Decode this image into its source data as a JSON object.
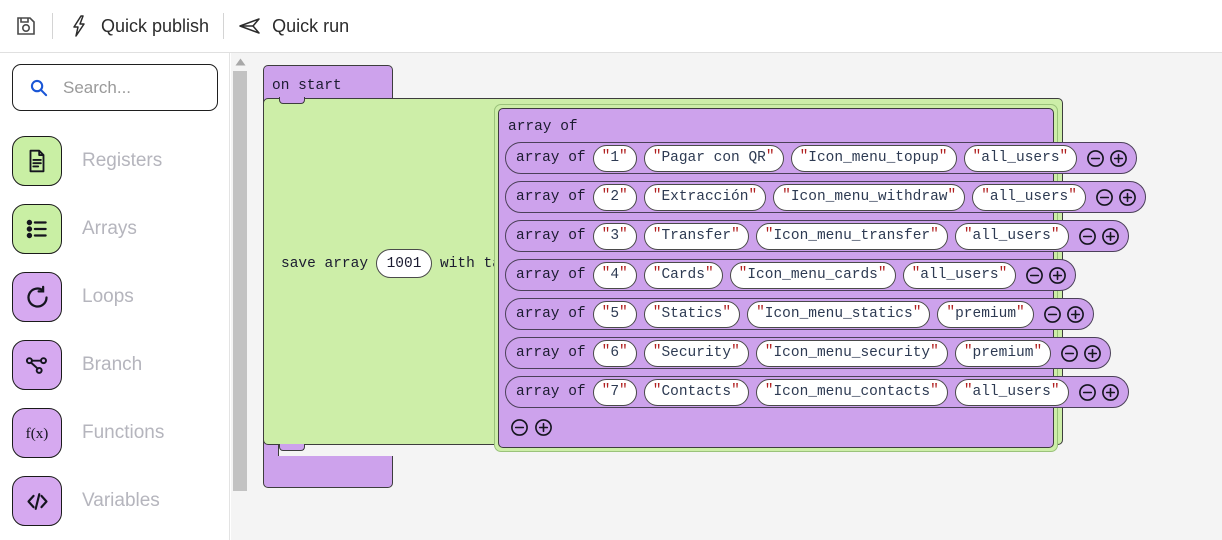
{
  "toolbar": {
    "save_icon": "floppy-disk-save-icon",
    "items": [
      {
        "icon": "lightning-bolt-icon",
        "label": "Quick publish"
      },
      {
        "icon": "paper-plane-icon",
        "label": "Quick run"
      }
    ]
  },
  "sidebar": {
    "search": {
      "placeholder": "Search...",
      "value": "",
      "icon": "search-icon"
    },
    "categories": [
      {
        "label": "Registers",
        "icon": "document-icon",
        "color": "#c9efa4"
      },
      {
        "label": "Arrays",
        "icon": "list-icon",
        "color": "#c9efa4"
      },
      {
        "label": "Loops",
        "icon": "refresh-loop-icon",
        "color": "#d6a9f0"
      },
      {
        "label": "Branch",
        "icon": "branch-nodes-icon",
        "color": "#d6a9f0"
      },
      {
        "label": "Functions",
        "icon": "function-fx-icon",
        "color": "#d6a9f0"
      },
      {
        "label": "Variables",
        "icon": "code-brackets-icon",
        "color": "#d6a9f0"
      }
    ]
  },
  "canvas": {
    "on_start": {
      "label": "on start",
      "color": "#cda2ec"
    },
    "save_statement": {
      "prefix": "save array",
      "number_value": "1001",
      "suffix": "with table",
      "color": "#cdeea8"
    },
    "array_block": {
      "title": "array of",
      "color": "#cda2ec",
      "highlight_color": "#cdeea8",
      "row_label": "array of",
      "rows": [
        {
          "id": "1",
          "name": "Pagar con QR",
          "icon": "Icon_menu_topup",
          "audience": "all_users"
        },
        {
          "id": "2",
          "name": "Extracción",
          "icon": "Icon_menu_withdraw",
          "audience": "all_users"
        },
        {
          "id": "3",
          "name": "Transfer",
          "icon": "Icon_menu_transfer",
          "audience": "all_users"
        },
        {
          "id": "4",
          "name": "Cards",
          "icon": "Icon_menu_cards",
          "audience": "all_users"
        },
        {
          "id": "5",
          "name": "Statics",
          "icon": "Icon_menu_statics",
          "audience": "premium"
        },
        {
          "id": "6",
          "name": "Security",
          "icon": "Icon_menu_security",
          "audience": "premium"
        },
        {
          "id": "7",
          "name": "Contacts",
          "icon": "Icon_menu_contacts",
          "audience": "all_users"
        }
      ],
      "minus_icon": "circle-minus-icon",
      "plus_icon": "circle-plus-icon"
    }
  },
  "scrollbar": {
    "up_arrow_icon": "triangle-up-icon"
  }
}
